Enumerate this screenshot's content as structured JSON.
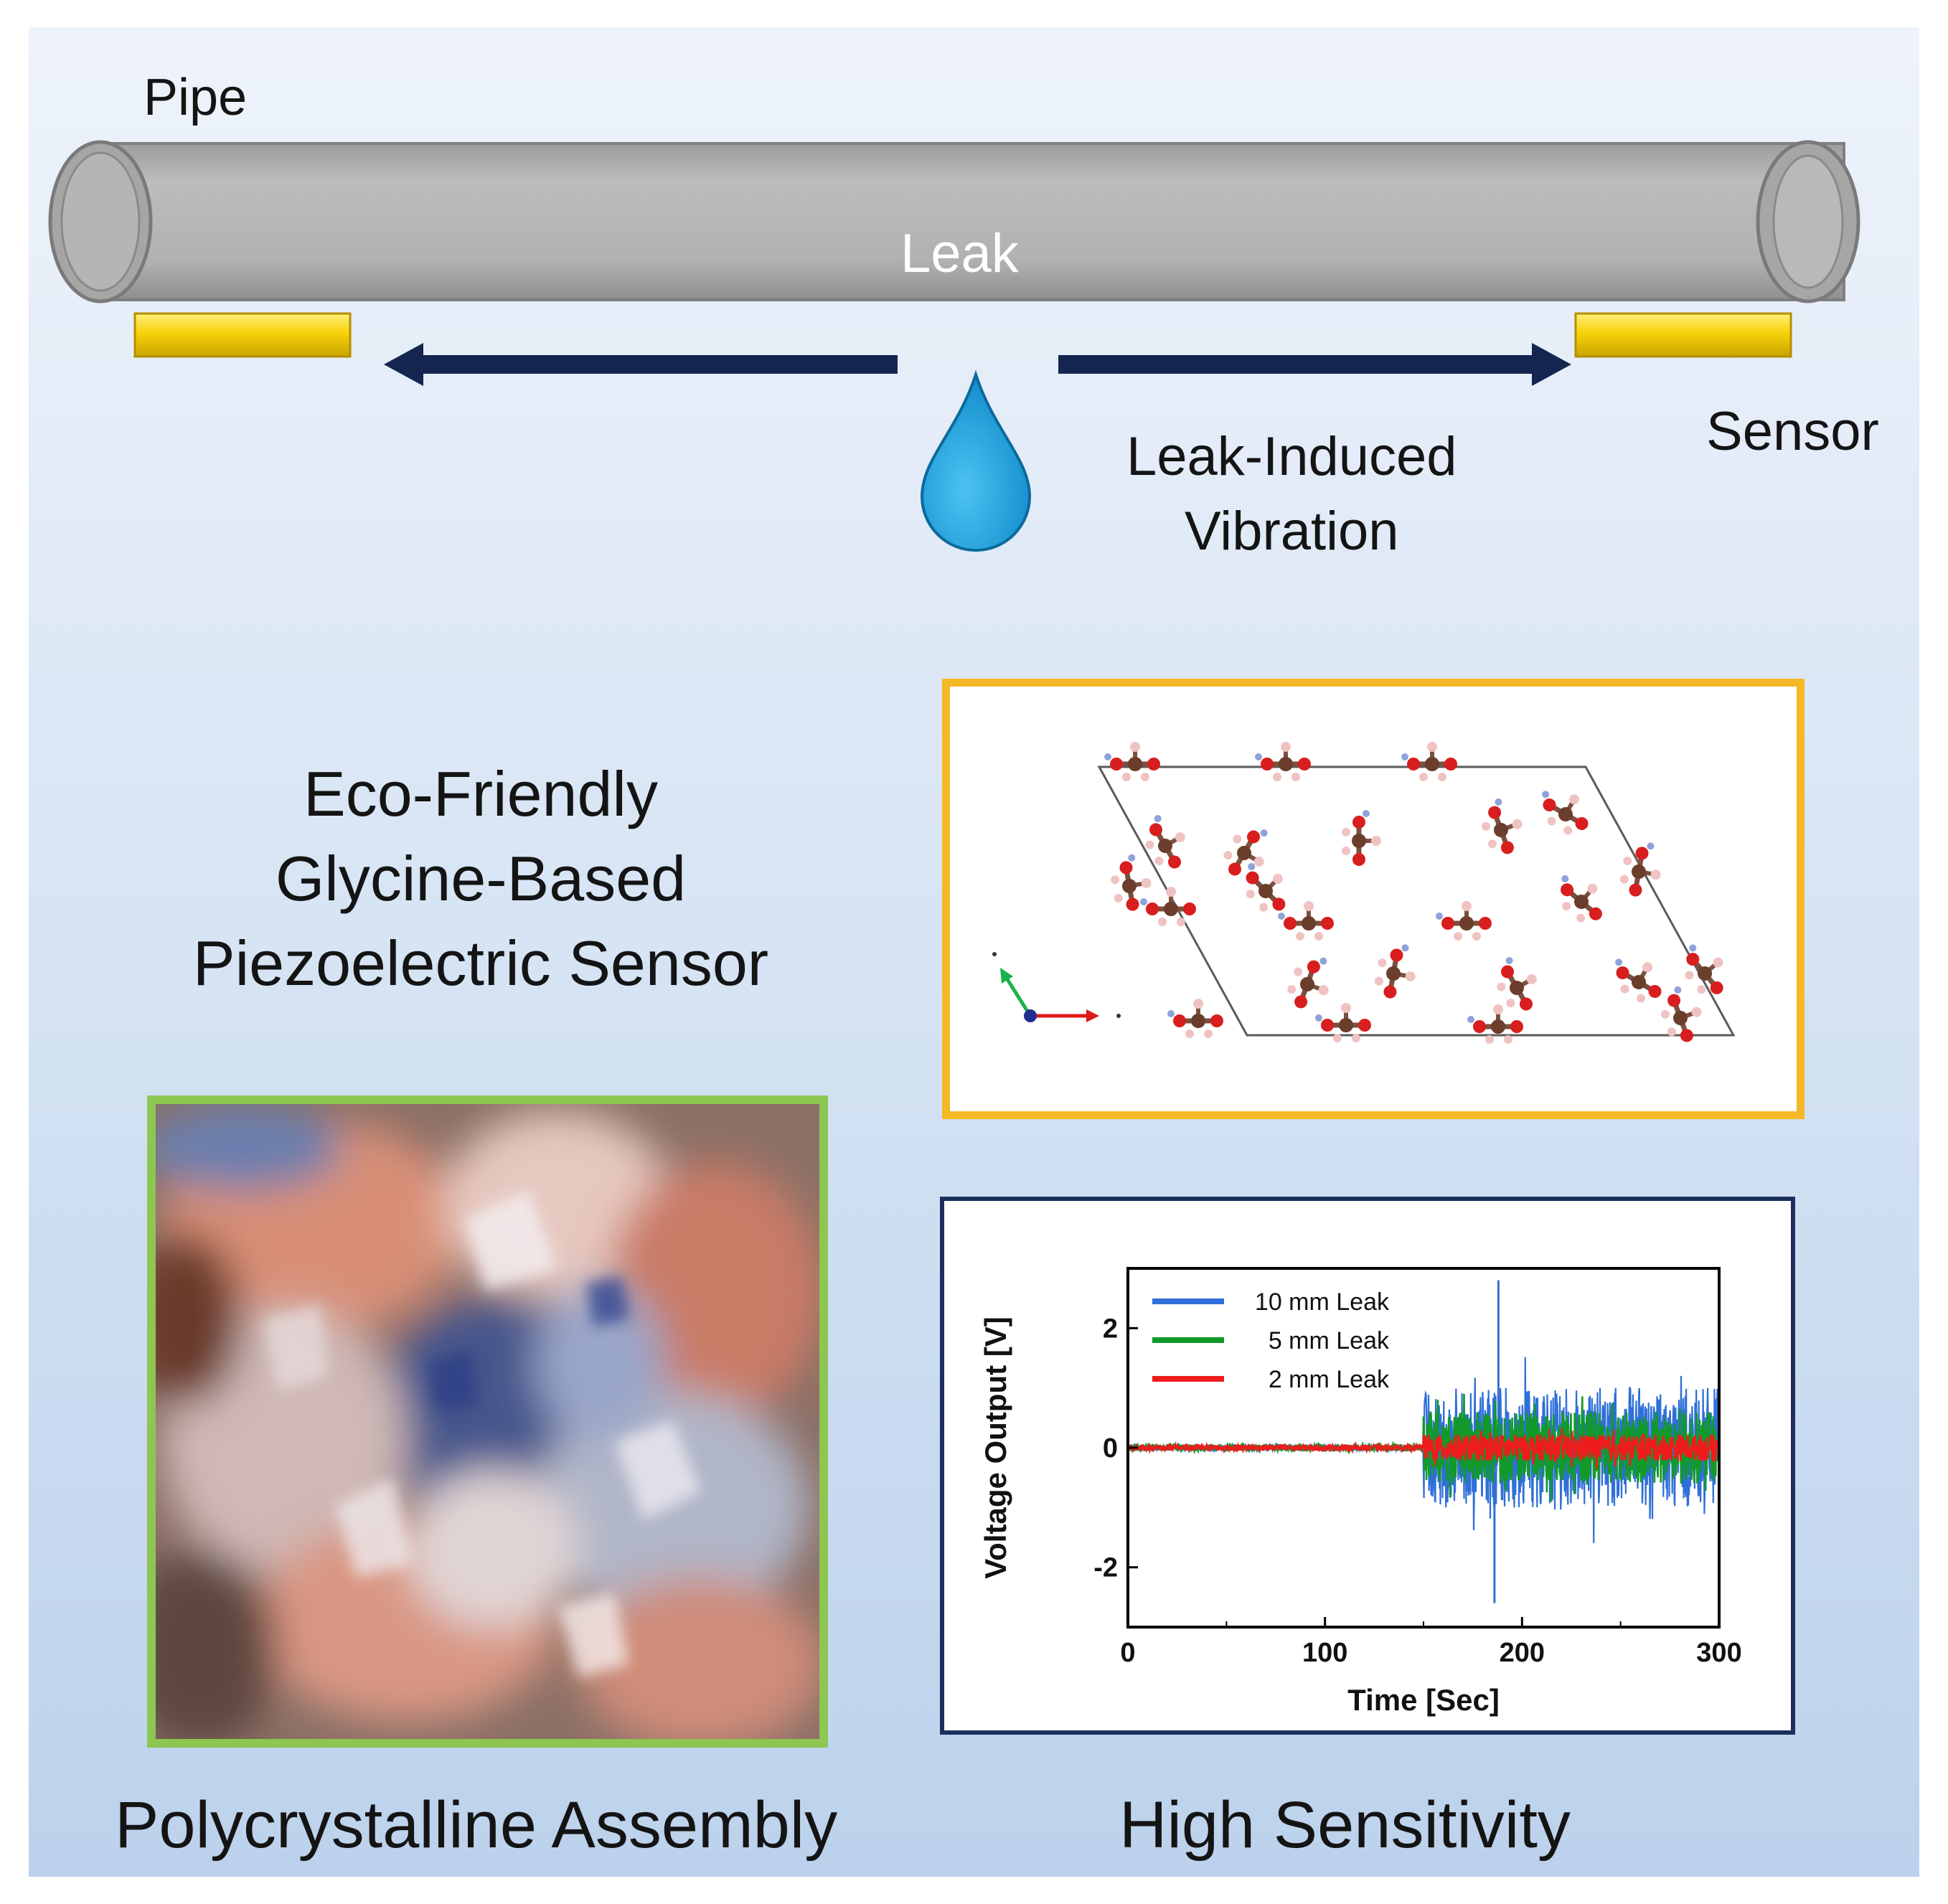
{
  "labels": {
    "pipe": "Pipe",
    "leak": "Leak",
    "sensor": "Sensor",
    "vibration_line1": "Leak-Induced",
    "vibration_line2": "Vibration",
    "eco_line1": "Eco-Friendly",
    "eco_line2": "Glycine-Based",
    "eco_line3": "Piezoelectric Sensor",
    "polycrystalline": "Polycrystalline Assembly",
    "high_sensitivity": "High Sensitivity"
  },
  "colors": {
    "pipe": "#b4b4b4",
    "sensor_pad": "#f7d20a",
    "arrow": "#14264f",
    "drop": "#1ea0dc",
    "crystal_border": "#f5b826",
    "photo_border": "#8dc650",
    "chart_border": "#1c2f5e"
  },
  "chart_data": {
    "type": "line",
    "xlabel": "Time [Sec]",
    "ylabel": "Voltage Output [V]",
    "xlim": [
      0,
      300
    ],
    "ylim": [
      -3,
      3
    ],
    "x_ticks": [
      "0",
      "100",
      "200",
      "300"
    ],
    "y_ticks": [
      "2",
      "0",
      "-2"
    ],
    "leak_onset_time": 150,
    "legend_position": "top-left",
    "series": [
      {
        "name": "10 mm Leak",
        "color": "#2f6fd8",
        "baseline_amplitude": 0.05,
        "leak_amplitude": 1.0,
        "peak_max": 2.8,
        "peak_min": -2.6
      },
      {
        "name": "5 mm Leak",
        "color": "#119a2a",
        "baseline_amplitude": 0.06,
        "leak_amplitude": 0.6
      },
      {
        "name": "2 mm Leak",
        "color": "#ee1c1c",
        "baseline_amplitude": 0.05,
        "leak_amplitude": 0.22
      }
    ]
  }
}
